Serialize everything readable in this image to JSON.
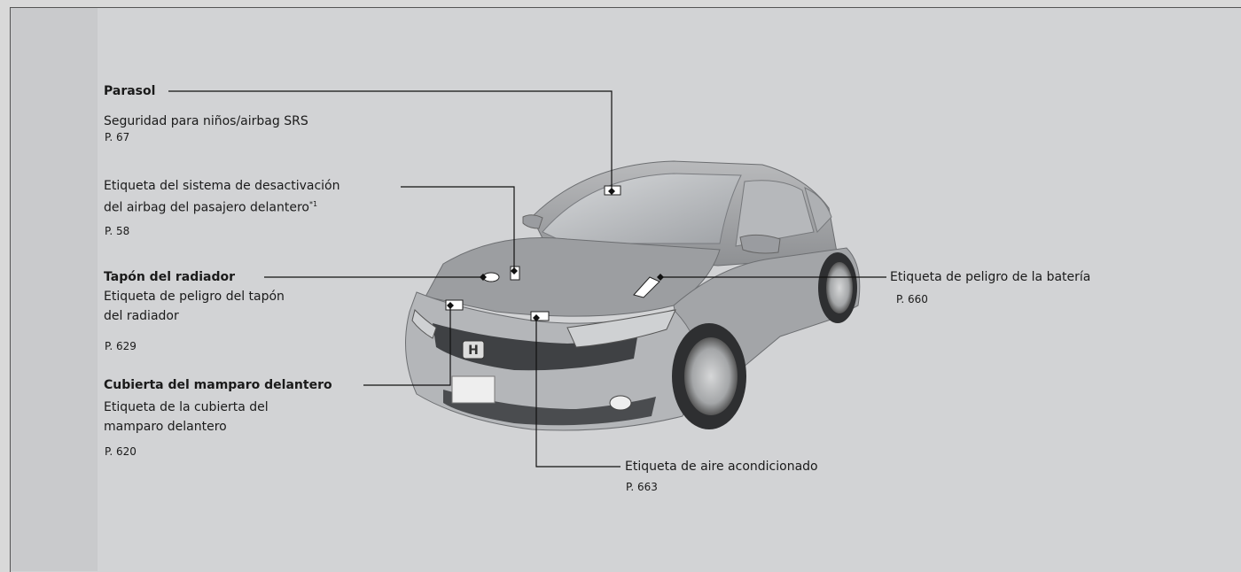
{
  "labels": {
    "parasol": {
      "title": "Parasol",
      "desc": "Seguridad para niños/airbag SRS",
      "page": "P. 67"
    },
    "airbag_off": {
      "line1": "Etiqueta del sistema de desactivación",
      "line2": "del airbag del pasajero delantero",
      "footnote": "*1",
      "page": "P. 58"
    },
    "radiator": {
      "title": "Tapón del radiador",
      "desc1": "Etiqueta de peligro del tapón",
      "desc2": "del radiador",
      "page": "P. 629"
    },
    "bulkhead": {
      "title": "Cubierta del mamparo delantero",
      "desc1": "Etiqueta de la cubierta del",
      "desc2": "mamparo delantero",
      "page": "P. 620"
    },
    "battery": {
      "title": "Etiqueta de peligro de la batería",
      "page": "P. 660"
    },
    "aircon": {
      "title": "Etiqueta de aire acondicionado",
      "page": "P. 663"
    }
  },
  "car_badge": "H"
}
